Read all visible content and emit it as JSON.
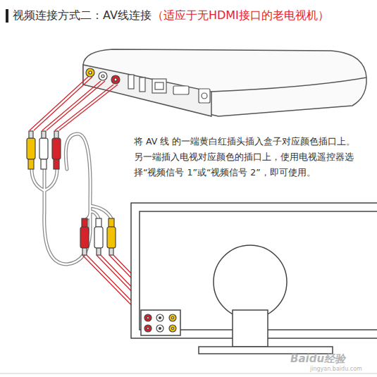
{
  "diagram": {
    "title": "视频连接方式二：AV线连接",
    "labels": [
      "（适应于无HDMI接口的老电视机）",
      "将 AV 线 的一端黄白红插头插入盒子对应颜色插口上。另一端插入电视对应颜色的插口上，使用电视遥控器选择“视频信号 1”或“视频信号 2”，即可使用。",
      "Baidu经验",
      "jingyan.baidu.com"
    ]
  }
}
